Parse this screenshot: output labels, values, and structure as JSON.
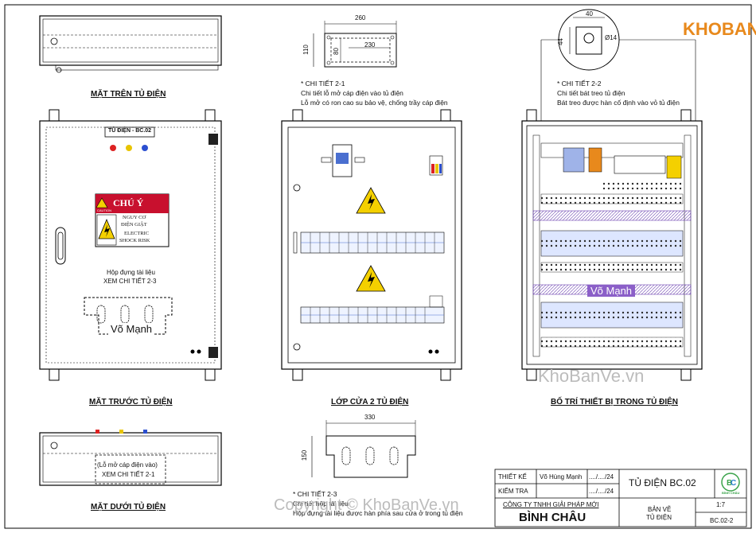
{
  "views": {
    "top": "MẶT TRÊN TỦ ĐIỆN",
    "front": "MẶT TRƯỚC TỦ ĐIỆN",
    "bottom": "MẶT DƯỚI TỦ ĐIỆN",
    "door2": "LỚP CỬA 2 TỦ ĐIỆN",
    "layout": "BỐ TRÍ THIẾT BỊ TRONG TỦ ĐIỆN"
  },
  "front_panel": {
    "nameplate": "TỦ ĐIỆN - BC.02",
    "caution_title": "CHÚ Ý",
    "caution_badge": "CAUTION",
    "caution_line1": "NGUY CƠ",
    "caution_line2": "ĐIỆN GIẬT",
    "caution_line3": "ELECTRIC",
    "caution_line4": "SHOCK RISK",
    "doc_line1": "Hộp đựng tài liệu",
    "doc_line2": "XEM CHI TIẾT 2-3",
    "signature": "Võ Mạnh"
  },
  "bottom_panel": {
    "note_line1": "(Lỗ mở cáp điện vào)",
    "note_line2": "XEM CHI TIẾT 2-1"
  },
  "detail_2_1": {
    "dim_width": "260",
    "dim_inner": "230",
    "dim_height": "110",
    "dim_inner_h": "80",
    "title": "* CHI TIẾT 2-1",
    "line1": "Chi tiết lỗ mở cáp điện vào tủ điện",
    "line2": "Lỗ mở có ron cao su bảo vệ, chống trầy cáp điện"
  },
  "detail_2_2": {
    "dim_width": "40",
    "dim_diameter": "Ø14",
    "dim_height": "44",
    "title": "* CHI TIẾT 2-2",
    "line1": "Chi tiết bát treo tủ điện",
    "line2": "Bát treo được hàn cố định vào vỏ tủ điện"
  },
  "detail_2_3": {
    "dim_width": "330",
    "dim_height": "150",
    "title": "* CHI TIẾT 2-3",
    "line1": "Chi tiết hộp tài liệu",
    "line2": "Hộp đựng tài liệu được hàn phía sau cửa ở trong tủ điện"
  },
  "layout_panel": {
    "signature": "Võ Mạnh"
  },
  "title_block": {
    "designer_label": "THIẾT KẾ",
    "designer_name": "Võ Hùng Mạnh",
    "designer_date": "..../..../24",
    "checker_label": "KIỂM TRA",
    "checker_date": "..../..../24",
    "drawing_title": "TỦ ĐIỆN BC.02",
    "company_line": "CÔNG TY TNHH GIẢI PHÁP MỚI",
    "company_name": "BÌNH CHÂU",
    "sheet_label_1": "BẢN VẼ",
    "sheet_label_2": "TỦ ĐIỆN",
    "scale": "1:7",
    "drawing_no": "BC.02-2",
    "logo_text": "BÌNH CHÂU"
  },
  "watermarks": {
    "logo": "KHOBANVE",
    "site": "KhoBanVe.vn",
    "copyright": "Copyright © KhoBanVe.vn"
  },
  "colors": {
    "accent_orange": "#e8891c",
    "busbar_purple": "#8b5fc8",
    "warning_yellow": "#f4d000",
    "breaker_blue": "#4a6fd0",
    "caution_red": "#c8102e",
    "logo_green": "#3aa34a"
  }
}
